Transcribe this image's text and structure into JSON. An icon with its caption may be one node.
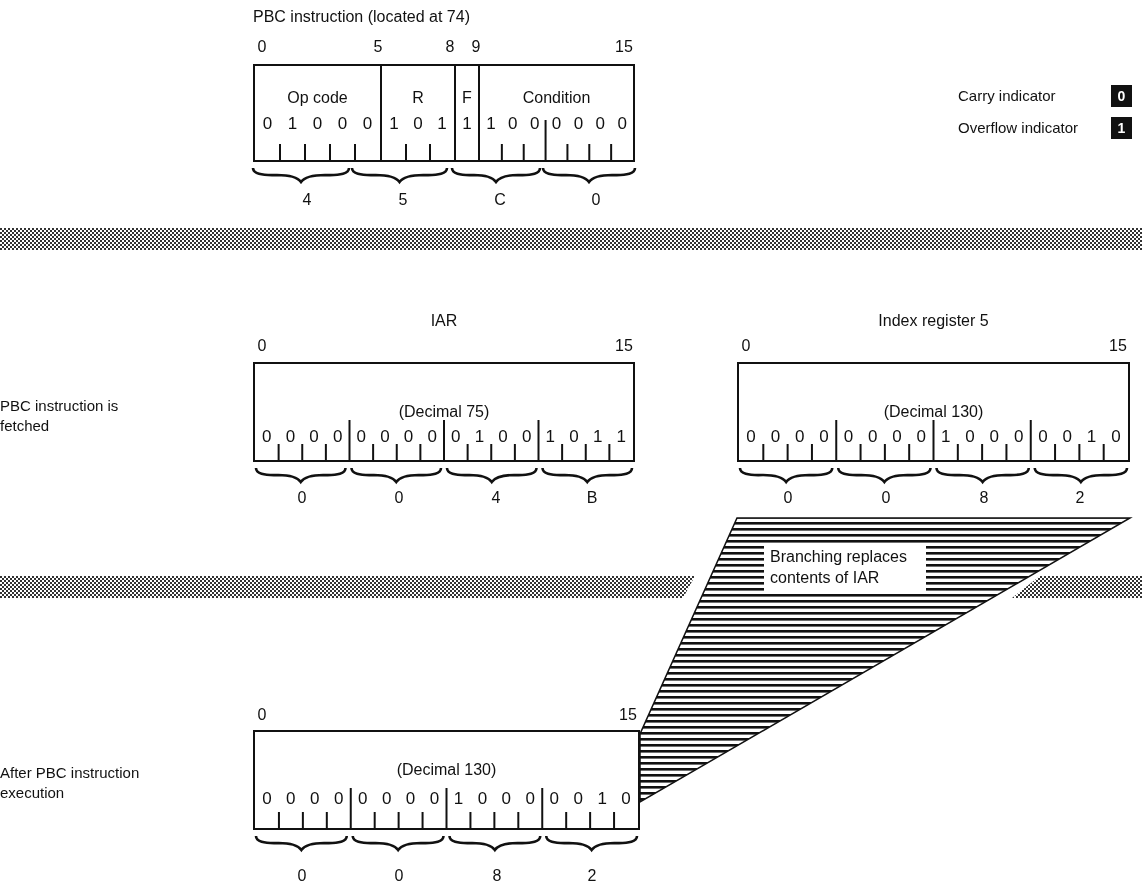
{
  "diagram": {
    "nodes": [
      {
        "text": [
          "PBC instruction (located at 74)"
        ]
      },
      {
        "text": [
          "Op code",
          "0 1 0 0 0"
        ],
        "in": 0
      },
      {
        "text": [
          "R",
          "1 0 1"
        ],
        "in": 0
      },
      {
        "text": [
          "F",
          "1"
        ],
        "in": 0
      },
      {
        "text": [
          "Condition",
          "1 0 0 0 0 0 0"
        ],
        "in": 0
      },
      {
        "text": [
          "0"
        ],
        "beside": [
          "Carry indicator"
        ]
      },
      {
        "text": [
          "1"
        ],
        "beside": [
          "Overflow indicator"
        ]
      },
      {
        "text": [
          "IAR",
          "(Decimal 75)",
          "0 0 0 0 0 0 0 0 0 1 0 0 1 0 1 1"
        ]
      },
      {
        "text": [
          "Index register 5",
          "(Decimal 130)",
          "0 0 0 0 0 0 0 0 1 0 0 0 0 0 1 0"
        ]
      },
      {
        "text": [
          "(Decimal 130)",
          "0 0 0 0 0 0 0 0 1 0 0 0 0 0 1 0"
        ]
      }
    ],
    "edges": [
      {
        "from": 8,
        "to": 9,
        "arrow": "none",
        "label": "Branching replaces contents of IAR",
        "style": "thick"
      }
    ],
    "labels": [
      "0",
      "5",
      "8",
      "9",
      "15",
      "4",
      "5",
      "C",
      "0",
      "PBC instruction is fetched",
      "0",
      "15",
      "0",
      "15",
      "0",
      "0",
      "4",
      "B",
      "0",
      "0",
      "8",
      "2",
      "0",
      "15",
      "After PBC instruction execution",
      "0",
      "0",
      "8",
      "2"
    ]
  }
}
